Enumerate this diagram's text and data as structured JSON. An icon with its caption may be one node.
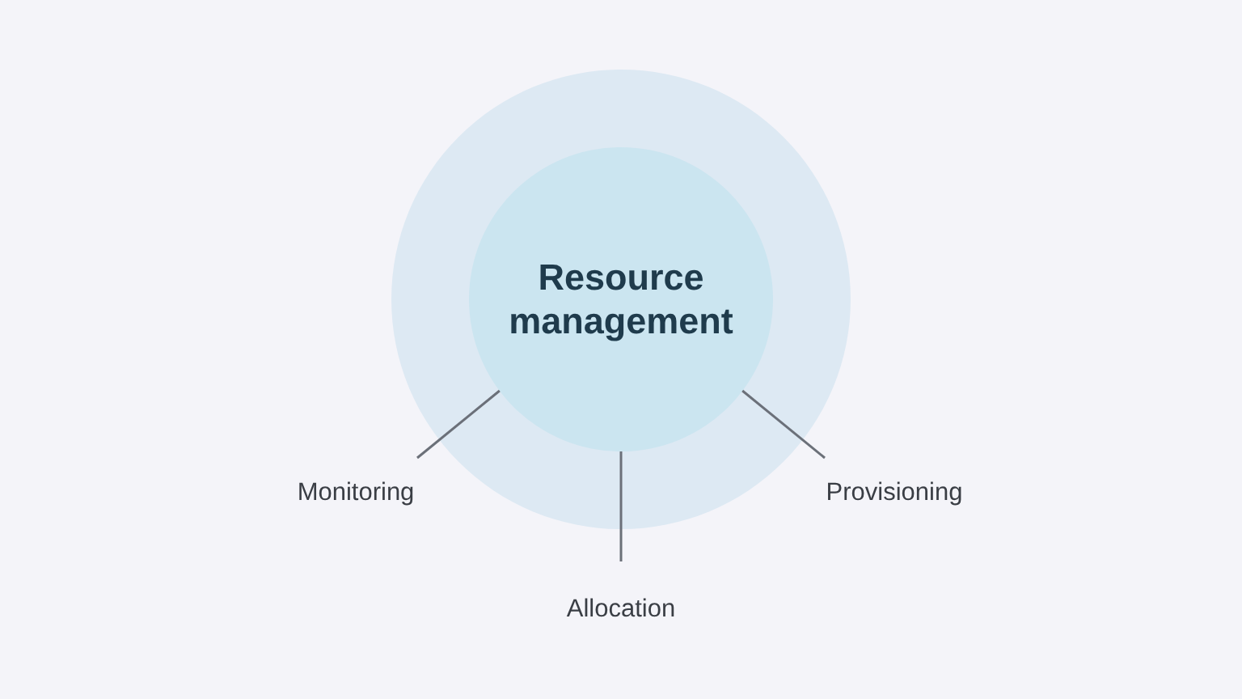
{
  "diagram": {
    "nodes": [
      {
        "text": [],
        "shape": "circle"
      },
      {
        "text": [
          "Resource management"
        ],
        "in": 0
      },
      {
        "text": [
          "Monitoring"
        ]
      },
      {
        "text": [
          "Provisioning"
        ]
      },
      {
        "text": [
          "Allocation"
        ]
      }
    ],
    "edges": [
      {
        "from": 2,
        "to": 1,
        "arrow": "none"
      },
      {
        "from": 3,
        "to": 1,
        "arrow": "none"
      },
      {
        "from": 4,
        "to": 1,
        "arrow": "none"
      }
    ]
  }
}
